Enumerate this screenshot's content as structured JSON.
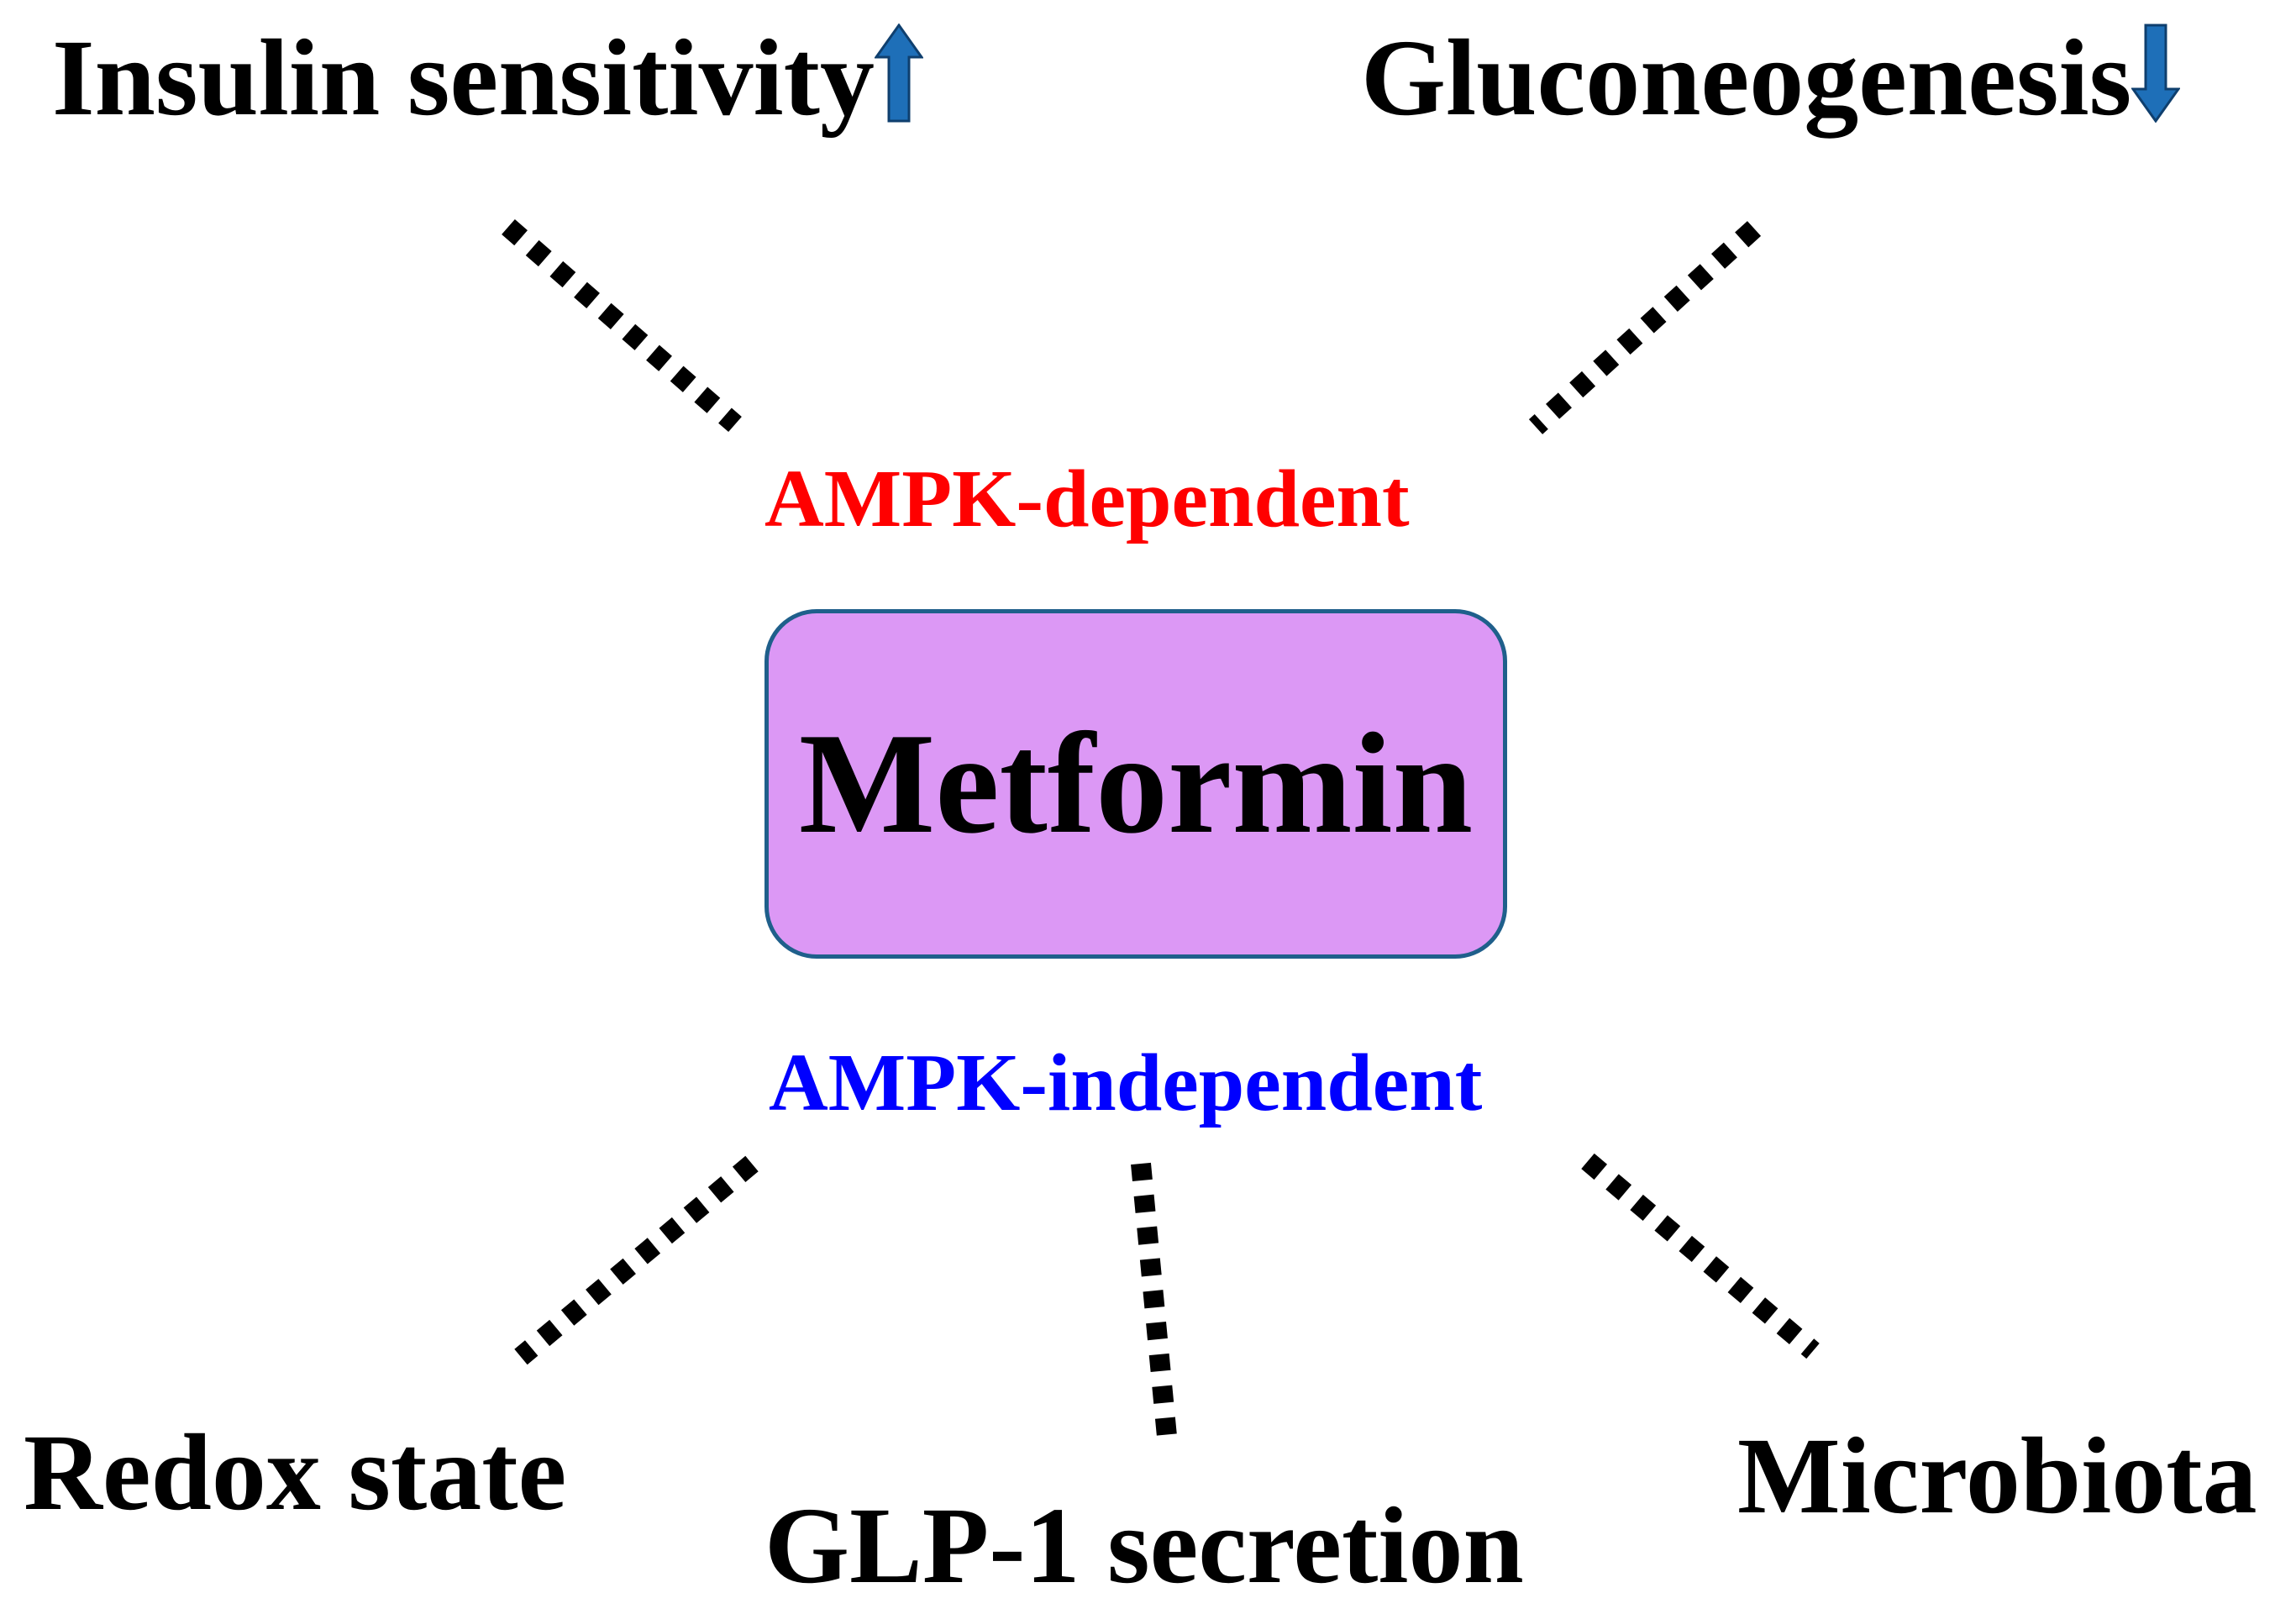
{
  "diagram": {
    "center": {
      "label": "Metformin",
      "fill": "#dc98f5",
      "border": "#1f5f8b"
    },
    "branches": {
      "dependent": {
        "label": "AMPK-dependent",
        "color": "#ff0000"
      },
      "independent": {
        "label": "AMPK-independent",
        "color": "#0000ff"
      }
    },
    "outcomes": [
      {
        "label": "Insulin sensitivity",
        "branch": "dependent",
        "indicator": "arrow-up-icon",
        "indicator_color": "#1e6fb8"
      },
      {
        "label": "Gluconeogenesis",
        "branch": "dependent",
        "indicator": "arrow-down-icon",
        "indicator_color": "#1e6fb8"
      },
      {
        "label": "Redox state",
        "branch": "independent"
      },
      {
        "label": "GLP-1 secretion",
        "branch": "independent"
      },
      {
        "label": "Microbiota",
        "branch": "independent"
      }
    ],
    "connector_style": "dotted",
    "connector_color": "#000000"
  }
}
